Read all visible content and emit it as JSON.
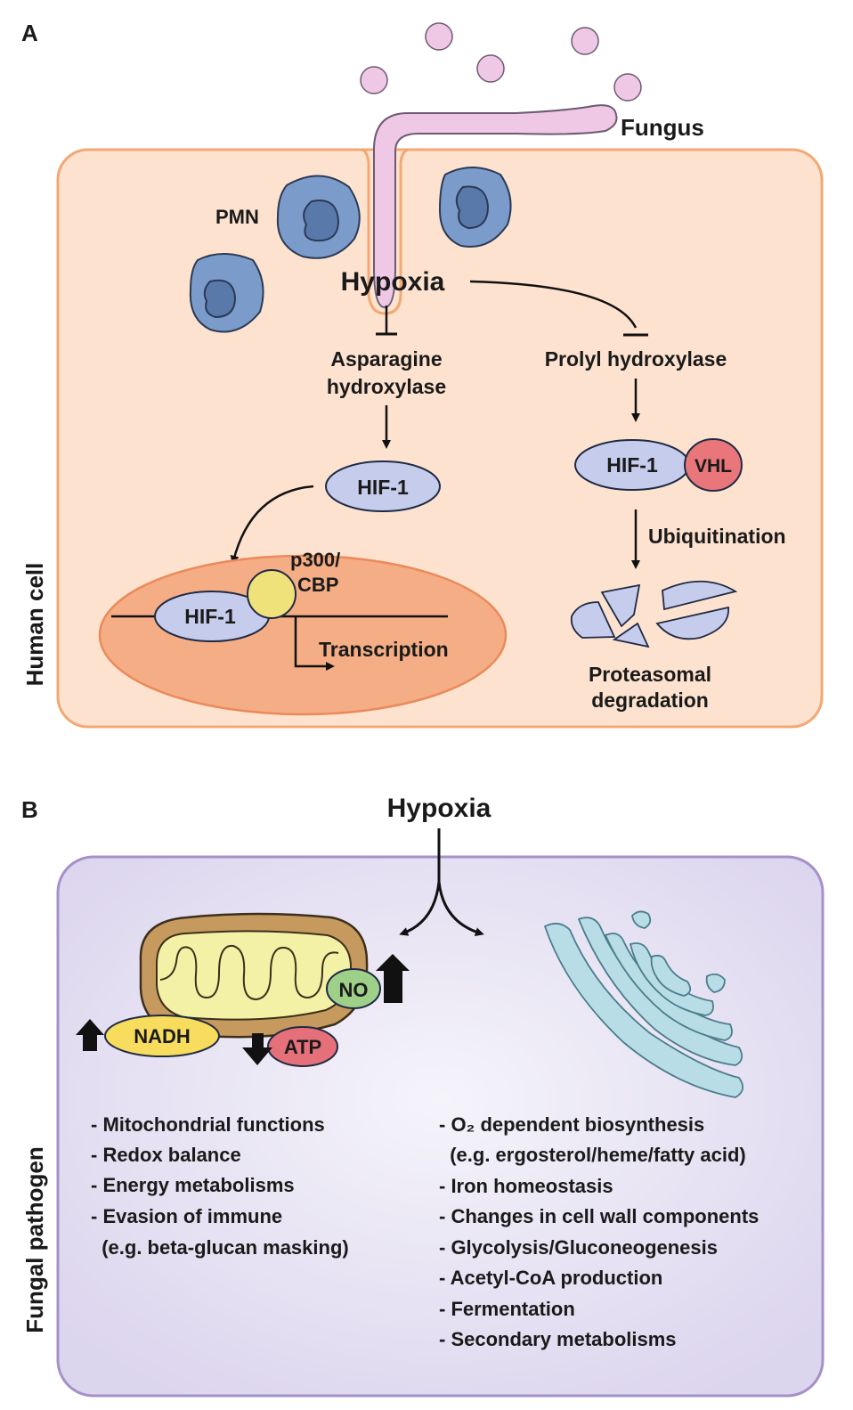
{
  "panel_a": {
    "label": "A",
    "fungus_label": "Fungus",
    "pmn_label": "PMN",
    "hypoxia_label": "Hypoxia",
    "asparagine_line1": "Asparagine",
    "asparagine_line2": "hydroxylase",
    "prolyl_label": "Prolyl hydroxylase",
    "hif1_free": "HIF-1",
    "hif1_vhl": "HIF-1",
    "vhl_label": "VHL",
    "hif1_nucleus": "HIF-1",
    "p300_line1": "p300/",
    "p300_line2": "CBP",
    "transcription_label": "Transcription",
    "ubiquitination_label": "Ubiquitination",
    "proteasomal_line1": "Proteasomal",
    "proteasomal_line2": "degradation",
    "side_label": "Human cell"
  },
  "panel_b": {
    "label": "B",
    "hypoxia_label": "Hypoxia",
    "nadh_label": "NADH",
    "atp_label": "ATP",
    "no_label": "NO",
    "side_label": "Fungal pathogen",
    "left_list": [
      "- Mitochondrial functions",
      "- Redox balance",
      "- Energy metabolisms",
      "- Evasion of immune",
      "  (e.g. beta-glucan masking)"
    ],
    "right_list": [
      "- O₂ dependent biosynthesis",
      "  (e.g. ergosterol/heme/fatty acid)",
      "- Iron homeostasis",
      "- Changes in cell wall components",
      "- Glycolysis/Gluconeogenesis",
      "- Acetyl-CoA production",
      "- Fermentation",
      "- Secondary metabolisms"
    ]
  },
  "colors": {
    "human_cell_fill": "#fde3cf",
    "human_cell_stroke": "#f3a874",
    "nucleus_fill": "#f5ad86",
    "fungus_fill": "#efc8e6",
    "pmn_fill": "#7b9ccb",
    "hif_fill": "#c6cdec",
    "vhl_fill": "#e8767a",
    "p300_fill": "#f0e27a",
    "fungal_cell_fill": "#e6e2f2",
    "fungal_cell_stroke": "#a690c9",
    "mito_outer": "#c69a5e",
    "mito_inner": "#f3f1a6",
    "nadh_fill": "#f7dc5d",
    "atp_fill": "#e5707a",
    "no_fill": "#9fd08a",
    "er_fill": "#b8dde6"
  }
}
